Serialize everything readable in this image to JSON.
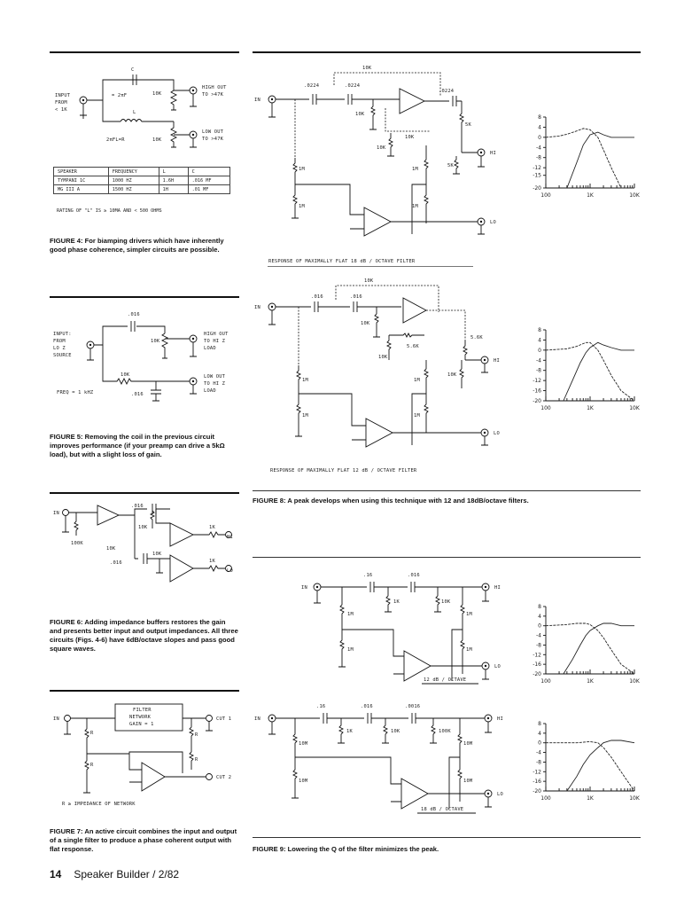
{
  "fig4": {
    "caption": "FIGURE 4: For biamping drivers which have inherently good phase coherence, simpler circuits are possible.",
    "input_label": "INPUT",
    "input_from": "FROM",
    "input_imp": "< 1K",
    "c_label": "C",
    "c_formula": "= 2πF",
    "l_label": "L",
    "l_formula": "2πFL=R",
    "r1": "10K",
    "r2": "10K",
    "high_out": "HIGH OUT",
    "high_to": "TO >47K",
    "low_out": "LOW OUT",
    "low_to": "TO >47K",
    "table_headers": [
      "SPEAKER",
      "FREQUENCY",
      "L",
      "C"
    ],
    "table_rows": [
      [
        "TYMPANI 1C",
        "1000 HZ",
        "1.6H",
        ".016 MF"
      ],
      [
        "MG III A",
        "1500 HZ",
        "1H",
        ".01 MF"
      ]
    ],
    "rating": "RATING OF \"L\" IS ≥ 10MA AND < 500 OHMS"
  },
  "fig5": {
    "caption": "FIGURE 5: Removing the coil in the previous circuit improves performance (if your preamp can drive a 5kΩ load), but with a slight loss of gain.",
    "input": "INPUT:",
    "from": "FROM",
    "loz": "LO Z",
    "source": "SOURCE",
    "c_top": ".016",
    "r_top": "10K",
    "high_out": "HIGH OUT",
    "high_to": "TO HI Z",
    "high_load": "LOAD",
    "r_bot": "10K",
    "low_out": "LOW OUT",
    "low_to": "TO HI Z",
    "low_load": "LOAD",
    "c_bot": ".016",
    "freq": "FREQ = 1 kHZ"
  },
  "fig6": {
    "caption": "FIGURE 6: Adding impedance buffers restores the gain and presents better input and output impedances. All three circuits (Figs. 4-6) have 6dB/octave slopes and pass good square waves.",
    "in": "IN",
    "c1": ".016",
    "r1": "10K",
    "r_out1": "1K",
    "hi": "HI",
    "r_in": "100K",
    "r_mid": "10K",
    "c2": ".016",
    "r2": "10K",
    "r_out2": "1K",
    "lo": "LO"
  },
  "fig7": {
    "caption": "FIGURE 7: An active circuit combines the input and output of a single filter to produce a phase coherent output with flat response.",
    "in": "IN",
    "box_l1": "FILTER",
    "box_l2": "NETWORK",
    "box_l3": "GAIN = 1",
    "cut1": "CUT 1",
    "cut2": "CUT 2",
    "r": "R",
    "r_note": "R ≥ IMPEDANCE OF NETWORK"
  },
  "fig8": {
    "caption": "FIGURE 8: A peak develops when using this technique with 12 and 18dB/octave filters.",
    "top_title": "RESPONSE OF MAXIMALLY FLAT 18 dB / OCTAVE FILTER",
    "bot_title": "RESPONSE OF MAXIMALLY FLAT 12 dB / OCTAVE FILTER",
    "t_in": "IN",
    "t_c1": ".0224",
    "t_c2": ".0224",
    "t_c3": ".0224",
    "t_rfb": "10K",
    "t_r1": "10K",
    "t_r2": "10K",
    "t_r3": "10K",
    "t_r5k1": "5K",
    "t_r5k2": "5K",
    "t_1m_a": "1M",
    "t_1m_b": "1M",
    "t_1m_c": "1M",
    "t_1m_d": "1M",
    "t_hi": "HI",
    "t_lo": "LO",
    "b_in": "IN",
    "b_c1": ".016",
    "b_c2": ".016",
    "b_rfb": "10K",
    "b_r1": "10K",
    "b_r2": "10K",
    "b_r56a": "5.6K",
    "b_r56b": "5.6K",
    "b_r10k": "10K",
    "b_1m_a": "1M",
    "b_1m_b": "1M",
    "b_1m_c": "1M",
    "b_1m_d": "1M",
    "b_hi": "HI",
    "b_lo": "LO"
  },
  "fig9": {
    "caption": "FIGURE 9: Lowering the Q of the filter minimizes the peak.",
    "t_in": "IN",
    "t_c1": ".16",
    "t_c2": ".016",
    "t_r1": "1K",
    "t_r2": "10K",
    "t_1m_a": "1M",
    "t_1m_b": "1M",
    "t_1m_c": "1M",
    "t_1m_d": "1M",
    "t_hi": "HI",
    "t_lo": "LO",
    "t_slope": "12 dB / OCTAVE",
    "b_in": "IN",
    "b_c1": ".16",
    "b_c2": ".016",
    "b_c3": ".0016",
    "b_r1": "1K",
    "b_r2": "10K",
    "b_r3": "100K",
    "b_10m_a": "10M",
    "b_10m_b": "10M",
    "b_10m_c": "10M",
    "b_10m_d": "10M",
    "b_hi": "HI",
    "b_lo": "LO",
    "b_slope": "18 dB / OCTAVE"
  },
  "footer": {
    "page": "14",
    "magazine": "Speaker Builder / 2/82"
  },
  "chart_data": [
    {
      "type": "line",
      "figure": "FIGURE 8 (18 dB/octave)",
      "x_ticks": [
        "100",
        "1K",
        "10K"
      ],
      "xscale": "log",
      "xlim": [
        100,
        10000
      ],
      "y_ticks": [
        8,
        4,
        0,
        -4,
        -8,
        -12,
        -15,
        -20
      ],
      "ylim": [
        -20,
        8
      ],
      "series": [
        {
          "x": [
            100,
            200,
            300,
            500,
            700,
            1000,
            1500,
            2000,
            3000,
            5000,
            10000
          ],
          "y": [
            0,
            0.5,
            1.2,
            2.5,
            3.5,
            3,
            0,
            -5,
            -12,
            -20,
            -20
          ]
        },
        {
          "x": [
            300,
            500,
            700,
            1000,
            1500,
            2000,
            3000,
            5000,
            10000
          ],
          "y": [
            -20,
            -10,
            -3,
            1,
            2,
            1,
            0,
            0,
            0
          ]
        }
      ]
    },
    {
      "type": "line",
      "figure": "FIGURE 8 (12 dB/octave)",
      "x_ticks": [
        "100",
        "1K",
        "10K"
      ],
      "xscale": "log",
      "xlim": [
        100,
        10000
      ],
      "y_ticks": [
        8,
        4,
        0,
        -4,
        -8,
        -12,
        -16,
        -20
      ],
      "ylim": [
        -20,
        8
      ],
      "series": [
        {
          "x": [
            100,
            300,
            500,
            800,
            1000,
            1500,
            2000,
            3000,
            5000,
            10000
          ],
          "y": [
            0,
            0.5,
            1.5,
            3,
            3,
            0,
            -4,
            -10,
            -16,
            -20
          ]
        },
        {
          "x": [
            250,
            400,
            600,
            800,
            1000,
            1500,
            2000,
            3000,
            5000,
            10000
          ],
          "y": [
            -20,
            -12,
            -5,
            -1,
            1,
            3,
            2,
            1,
            0,
            0
          ]
        }
      ]
    },
    {
      "type": "line",
      "figure": "FIGURE 9 (12 dB/octave)",
      "x_ticks": [
        "100",
        "1K",
        "10K"
      ],
      "xscale": "log",
      "xlim": [
        100,
        10000
      ],
      "y_ticks": [
        8,
        4,
        0,
        -4,
        -8,
        -12,
        -16,
        -20
      ],
      "ylim": [
        -20,
        8
      ],
      "series": [
        {
          "x": [
            100,
            300,
            500,
            800,
            1000,
            1500,
            2000,
            3000,
            5000,
            10000
          ],
          "y": [
            0,
            0.5,
            1,
            1,
            0.5,
            -2,
            -5,
            -10,
            -16,
            -20
          ]
        },
        {
          "x": [
            250,
            400,
            600,
            800,
            1000,
            1500,
            2000,
            3000,
            5000,
            10000
          ],
          "y": [
            -20,
            -14,
            -8,
            -4,
            -2,
            0,
            1,
            1,
            0,
            0
          ]
        }
      ]
    },
    {
      "type": "line",
      "figure": "FIGURE 9 (18 dB/octave)",
      "x_ticks": [
        "100",
        "1K",
        "10K"
      ],
      "xscale": "log",
      "xlim": [
        100,
        10000
      ],
      "y_ticks": [
        8,
        4,
        0,
        -4,
        -8,
        -12,
        -16,
        -20
      ],
      "ylim": [
        -20,
        8
      ],
      "series": [
        {
          "x": [
            100,
            300,
            500,
            1000,
            1500,
            2000,
            3000,
            5000,
            7000,
            10000
          ],
          "y": [
            0,
            0,
            0,
            0.5,
            0,
            -2,
            -6,
            -12,
            -16,
            -20
          ]
        },
        {
          "x": [
            300,
            500,
            700,
            1000,
            1500,
            2000,
            3000,
            5000,
            10000
          ],
          "y": [
            -20,
            -14,
            -9,
            -5,
            -2,
            0,
            1,
            1,
            0
          ]
        }
      ]
    }
  ]
}
